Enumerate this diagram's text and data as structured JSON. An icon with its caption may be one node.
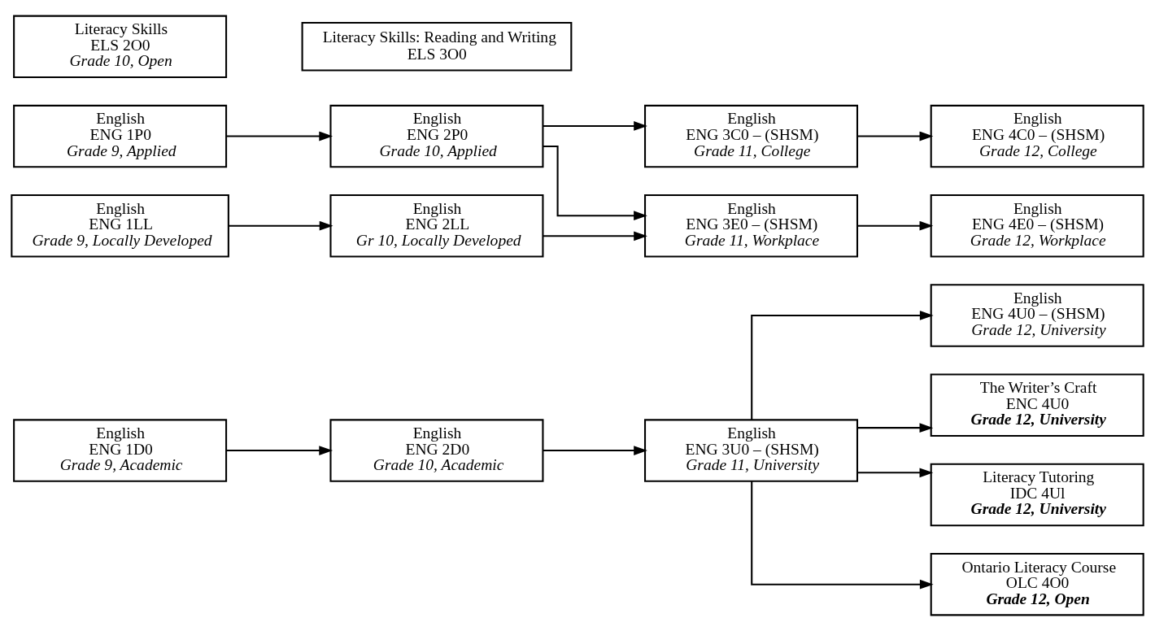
{
  "diagram": {
    "nodes": [
      {
        "text": [
          "English",
          "ENG 1D0",
          "Grade 9, Academic"
        ]
      },
      {
        "text": [
          "English",
          "ENG 2D0",
          "Grade 10, Academic"
        ]
      },
      {
        "text": [
          "English",
          "ENG 3U0 – (SHSM)",
          "Grade 11, University"
        ]
      },
      {
        "text": [
          "English",
          "ENG 4U0 – (SHSM)",
          "Grade 12, University"
        ]
      },
      {
        "text": [
          "English",
          "ENG 1P0",
          "Grade 9, Applied"
        ]
      },
      {
        "text": [
          "English",
          "ENG 2P0",
          "Grade 10, Applied"
        ]
      },
      {
        "text": [
          "English",
          "ENG 3C0 – (SHSM)",
          "Grade 11, College"
        ]
      },
      {
        "text": [
          "English",
          "ENG 4C0 – (SHSM)",
          "Grade 12, College"
        ]
      },
      {
        "text": [
          "English",
          "ENG 1LL",
          "Grade 9, Locally Developed"
        ]
      },
      {
        "text": [
          "English",
          "ENG 2LL",
          "Gr 10, Locally Developed"
        ]
      },
      {
        "text": [
          "English",
          "ENG 3E0 – (SHSM)",
          "Grade 11, Workplace"
        ]
      },
      {
        "text": [
          "English",
          "ENG 4E0 – (SHSM)",
          "Grade 12, Workplace"
        ]
      },
      {
        "text": [
          "Literacy Skills",
          "ELS 2O0",
          "Grade 10, Open"
        ]
      },
      {
        "text": [
          "Literacy Skills: Reading and Writing",
          "ELS 3O0"
        ]
      },
      {
        "text": [
          "The Writer’s Craft",
          "ENC 4U0",
          "Grade 12, University"
        ]
      },
      {
        "text": [
          "Literacy Tutoring",
          "IDC 4Ul",
          "Grade 12, University"
        ]
      },
      {
        "text": [
          "Ontario Literacy Course",
          "OLC 4O0",
          "Grade 12, Open"
        ]
      }
    ],
    "edges": [
      {
        "from": 0,
        "to": 1,
        "arrow": "to"
      },
      {
        "from": 1,
        "to": 2,
        "arrow": "to"
      },
      {
        "from": 2,
        "to": 3,
        "arrow": "to"
      },
      {
        "from": 4,
        "to": 5,
        "arrow": "to"
      },
      {
        "from": 5,
        "to": 6,
        "arrow": "to"
      },
      {
        "from": 5,
        "to": 10,
        "arrow": "to"
      },
      {
        "from": 6,
        "to": 7,
        "arrow": "to"
      },
      {
        "from": 8,
        "to": 9,
        "arrow": "to"
      },
      {
        "from": 9,
        "to": 10,
        "arrow": "to"
      },
      {
        "from": 10,
        "to": 11,
        "arrow": "to"
      },
      {
        "from": 2,
        "to": 14,
        "arrow": "to"
      },
      {
        "from": 2,
        "to": 15,
        "arrow": "to"
      },
      {
        "from": 2,
        "to": 16,
        "arrow": "to"
      }
    ]
  }
}
